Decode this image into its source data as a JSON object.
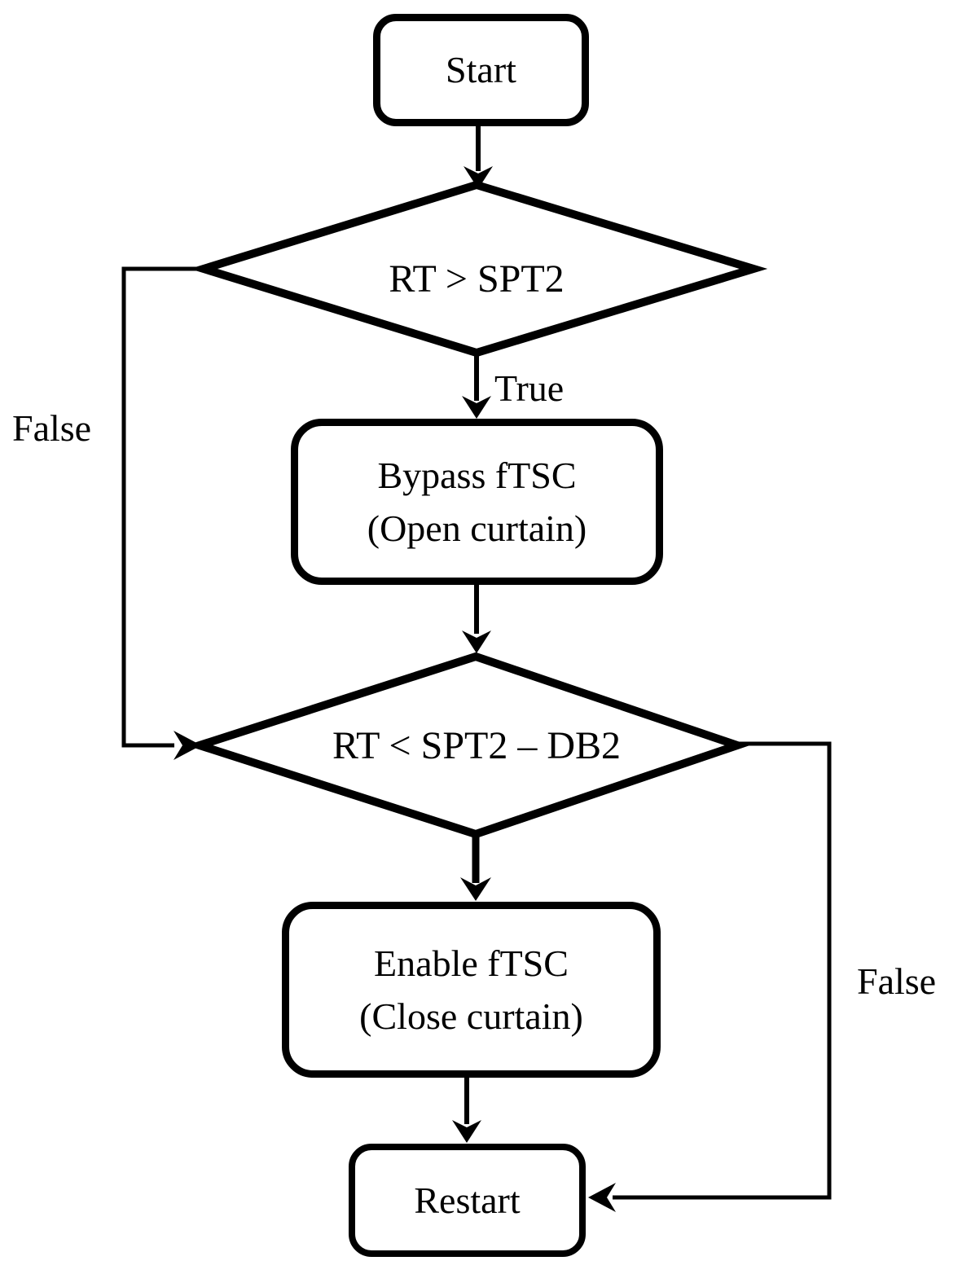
{
  "flowchart": {
    "background_color": "#ffffff",
    "stroke_color": "#000000",
    "text_color": "#000000",
    "nodes": [
      {
        "id": "start",
        "type": "terminator",
        "label": "Start"
      },
      {
        "id": "decision-1",
        "type": "decision",
        "label": "RT > SPT2"
      },
      {
        "id": "process-bypass",
        "type": "process",
        "line1": "Bypass fTSC",
        "line2": "(Open curtain)"
      },
      {
        "id": "decision-2",
        "type": "decision",
        "label": "RT < SPT2 – DB2"
      },
      {
        "id": "process-enable",
        "type": "process",
        "line1": "Enable fTSC",
        "line2": "(Close curtain)"
      },
      {
        "id": "restart",
        "type": "terminator",
        "label": "Restart"
      }
    ],
    "edges": [
      {
        "from": "start",
        "to": "decision-1",
        "label": ""
      },
      {
        "from": "decision-1",
        "to": "process-bypass",
        "label": "True"
      },
      {
        "from": "decision-1",
        "to": "decision-2",
        "label": "False"
      },
      {
        "from": "process-bypass",
        "to": "decision-2",
        "label": ""
      },
      {
        "from": "decision-2",
        "to": "process-enable",
        "label": ""
      },
      {
        "from": "decision-2",
        "to": "restart",
        "label": "False"
      },
      {
        "from": "process-enable",
        "to": "restart",
        "label": ""
      }
    ]
  }
}
